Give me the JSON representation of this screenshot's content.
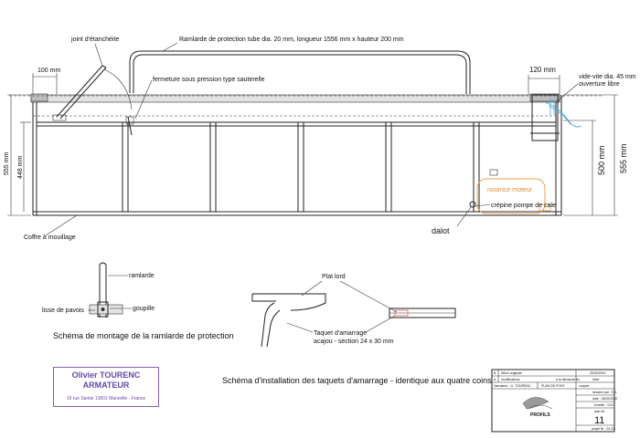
{
  "labels": {
    "rambarde_title": "Ramlarde de protection tube dia. 20 mm, longueur 1556 mm x hauteur 200 mm",
    "joint": "joint d'étanchéite",
    "dim_100": "100 mm",
    "fermeture": "fermeture sous pression type sauterelle",
    "dim_120": "120 mm",
    "vide_vite": "vide-vite dia. 45 mm",
    "ouverture": "ouverture libre",
    "dim_555_left": "555 mm",
    "dim_448": "448 mm",
    "dim_500": "500 mm",
    "dim_555_right": "555 mm",
    "nourrice": "nourrice moteur",
    "crepine": "crépine pompe de cale",
    "dalot": "dalot",
    "coffre": "Coffre à mouillage",
    "ramlarde": "ramlarde",
    "goupille": "goupille",
    "lisse": "lisse de pavois",
    "schema_montage": "Schéma de montage de la ramlarde de protection",
    "plat_lord": "Plat lord",
    "taquet": "Taquet d'amarrage",
    "acajou": "acajou - section 24 x 30 mm",
    "schema_taquets": "Schéma d'installation des taquets d'amarrage - identique aux quatre coins"
  },
  "stamp": {
    "name": "Olivier TOURENC",
    "role": "ARMATEUR",
    "address": "19 rue Sainte 13001 Marseille - France"
  },
  "title_block": {
    "rev_b": "B",
    "rev_a": "A",
    "rev_b_text": "Dillon originale",
    "rev_a_text": "modifications",
    "date_b": "25/05/2001",
    "date_a": "Date",
    "ref": "à la demande du",
    "armateur": "l'armateur - O. TOURENC",
    "plan": "PLAN DE PONT",
    "coupes": "coupes",
    "dessine": "dessiné par : E.J.",
    "date": "date : 28/02/2002",
    "echelle": "échelle : 1/10",
    "plan_no_label": "plan Nr",
    "plan_no": "11",
    "projet": "projet Nr : 03-01",
    "logo_text": "PROFILS"
  },
  "colors": {
    "line": "#222222",
    "orange": "#e8a050",
    "blue": "#4aa8d8",
    "stamp": "#6a48a8"
  }
}
